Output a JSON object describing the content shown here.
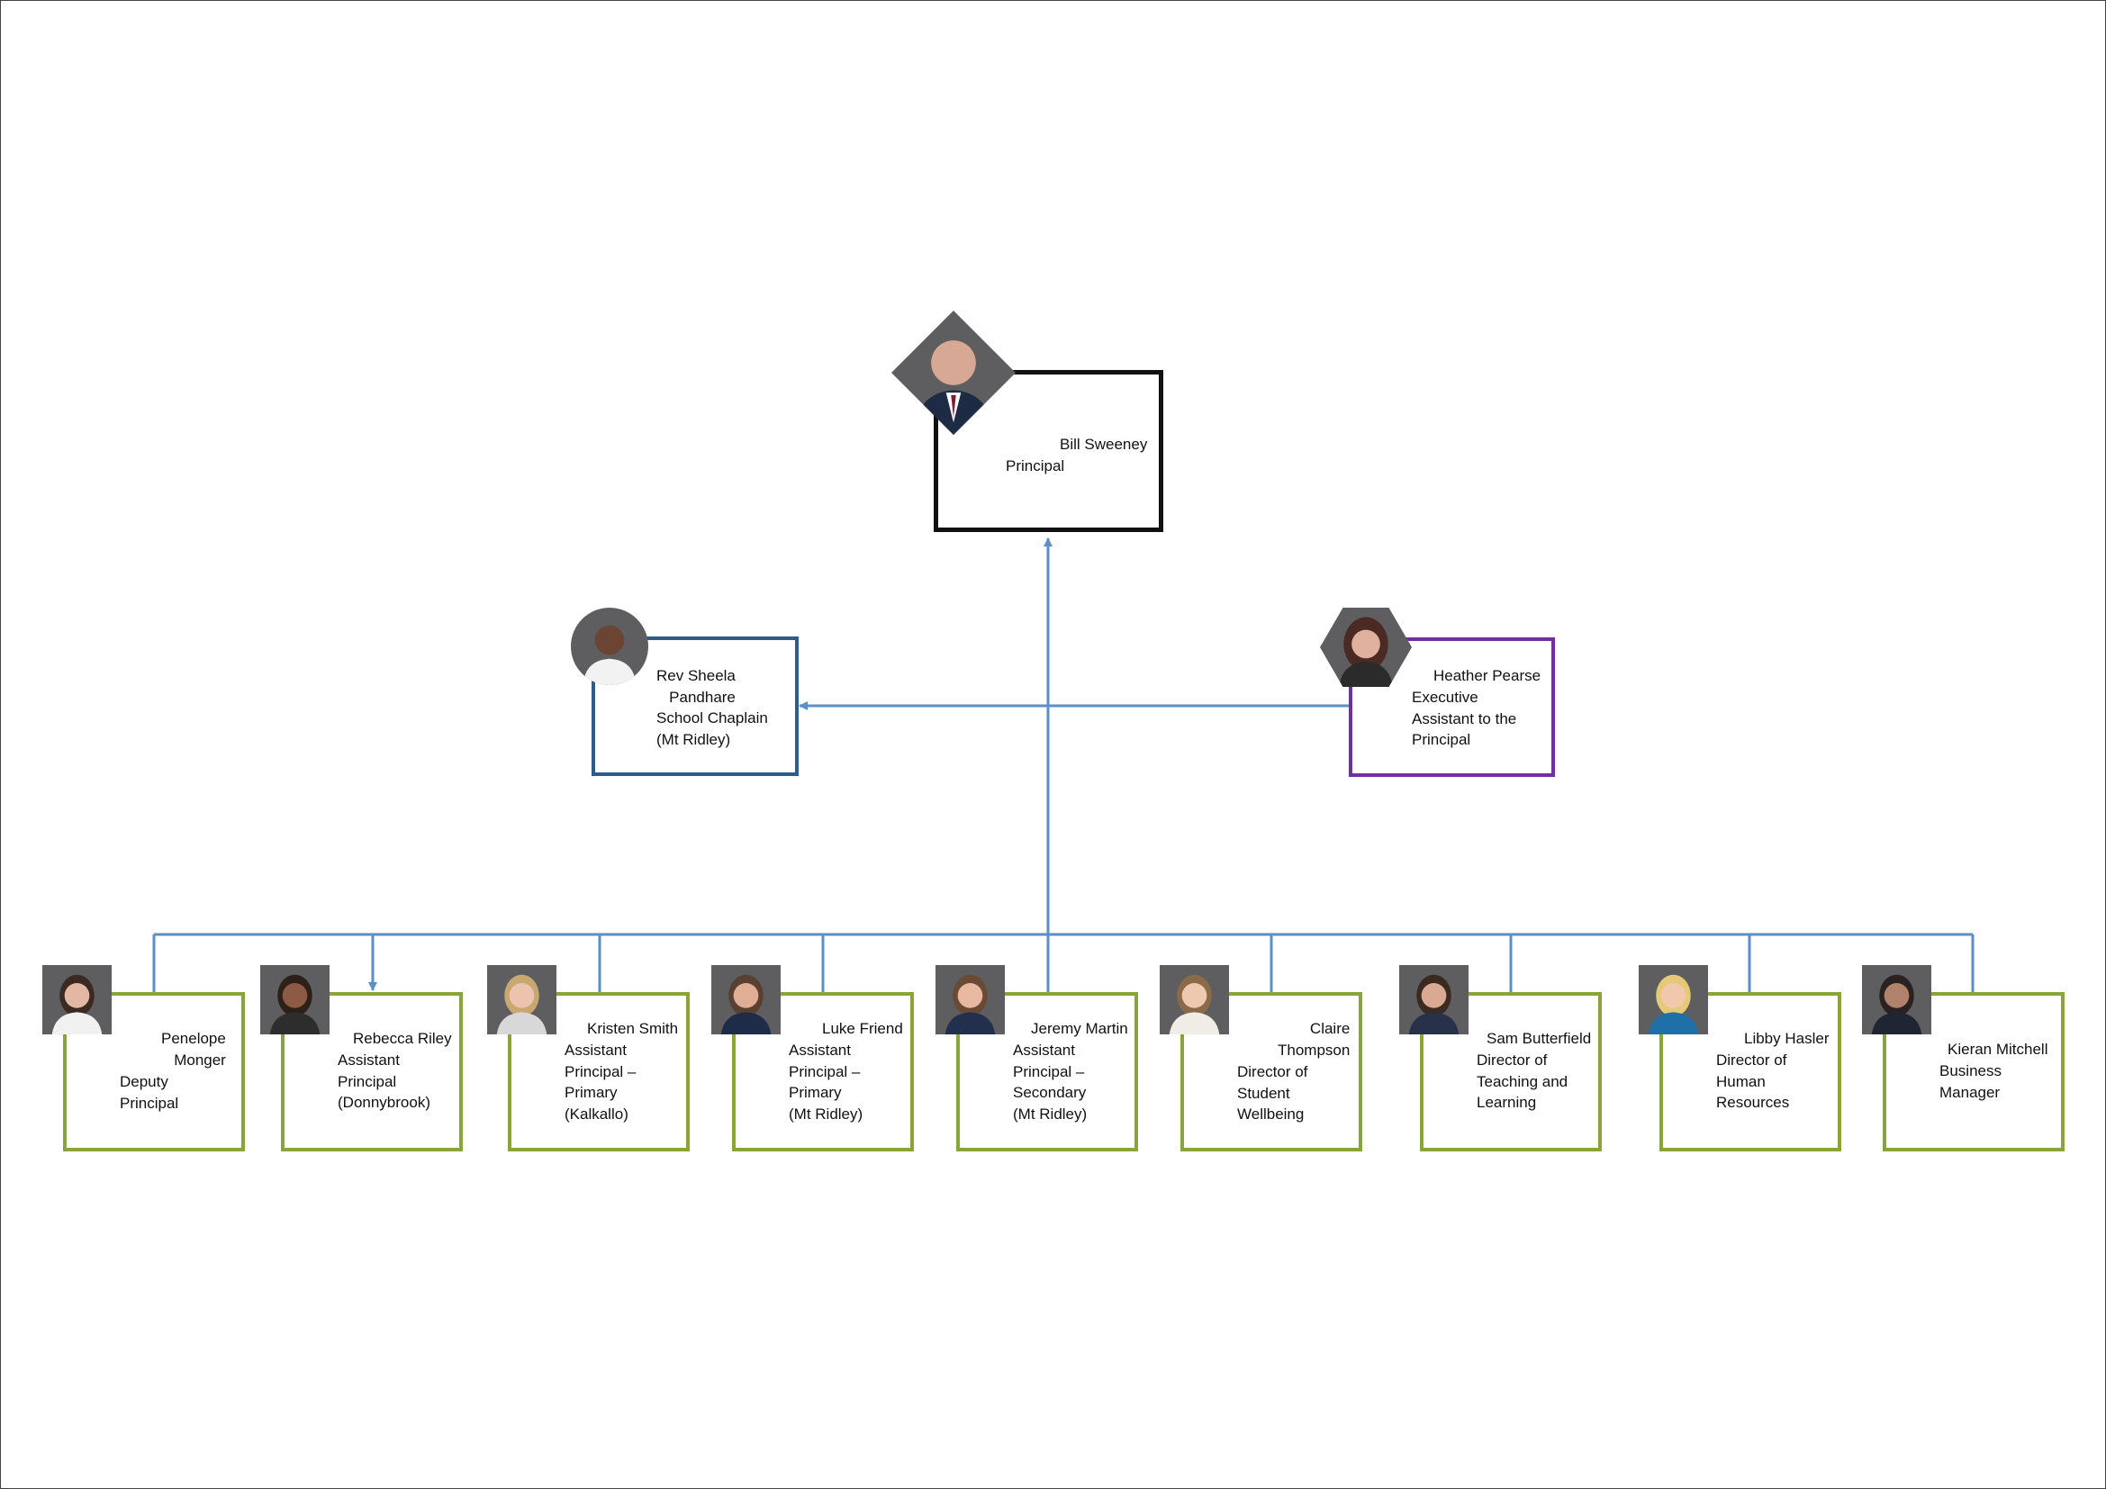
{
  "colors": {
    "connector": "#5b8fc7",
    "principal_border": "#111111",
    "chaplain_border": "#2c5d89",
    "assistant_border": "#7030a0",
    "staff_border": "#8aa33b"
  },
  "principal": {
    "name": "Bill Sweeney",
    "role": "Principal",
    "photo_icon": "portrait-photo"
  },
  "chaplain": {
    "name": "Rev Sheela\nPandhare",
    "role": "School Chaplain\n(Mt Ridley)",
    "photo_icon": "portrait-photo"
  },
  "executive_assistant": {
    "name": "Heather Pearse",
    "role": "Executive\nAssistant to the\nPrincipal",
    "photo_icon": "portrait-photo"
  },
  "staff": [
    {
      "name": "Penelope\nMonger",
      "role": "Deputy\nPrincipal"
    },
    {
      "name": "Rebecca Riley",
      "role": "Assistant\nPrincipal\n(Donnybrook)"
    },
    {
      "name": "Kristen Smith",
      "role": "Assistant\nPrincipal –\nPrimary\n(Kalkallo)"
    },
    {
      "name": "Luke Friend",
      "role": "Assistant\nPrincipal –\nPrimary\n(Mt Ridley)"
    },
    {
      "name": "Jeremy Martin",
      "role": "Assistant\nPrincipal –\nSecondary\n(Mt Ridley)"
    },
    {
      "name": "Claire\nThompson",
      "role": "Director of\nStudent\nWellbeing"
    },
    {
      "name": "Sam Butterfield",
      "role": "Director of\nTeaching and\nLearning"
    },
    {
      "name": "Libby Hasler",
      "role": "Director of\nHuman\nResources"
    },
    {
      "name": "Kieran Mitchell",
      "role": "Business\nManager"
    }
  ]
}
